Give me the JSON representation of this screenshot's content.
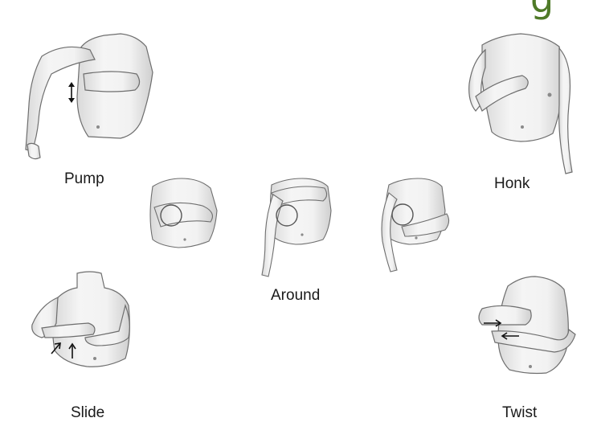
{
  "labels": {
    "pump": "Pump",
    "honk": "Honk",
    "around": "Around",
    "slide": "Slide",
    "twist": "Twist"
  },
  "corner_glyph": "g",
  "colors": {
    "skin": "#f1f1f1",
    "skin_shadow": "#cfcfcf",
    "outline": "#6e6e6e",
    "arrow": "#111111",
    "accent": "#4f7a28"
  }
}
